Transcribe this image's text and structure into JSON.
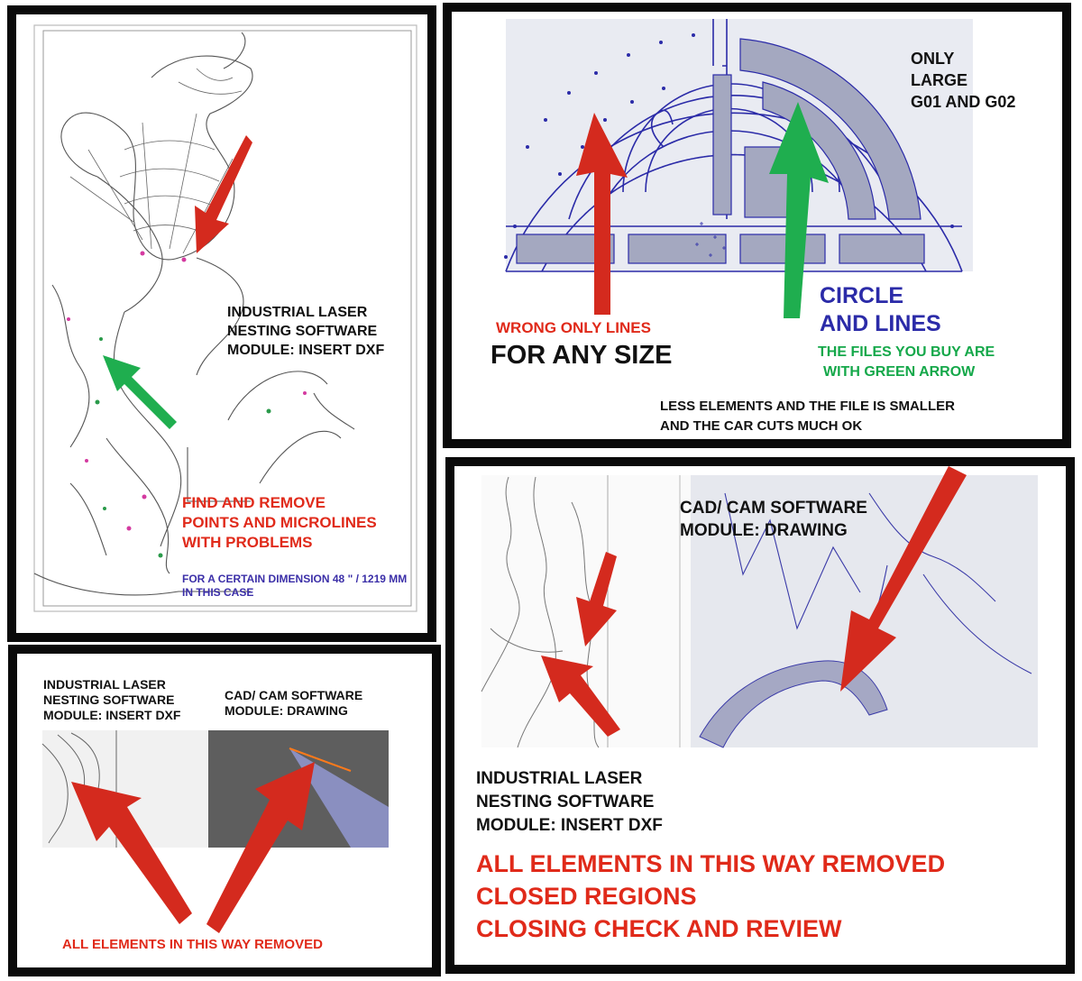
{
  "colors": {
    "red": "#e02a1a",
    "green": "#15a84a",
    "blue": "#2b2ba8",
    "purple": "#3b2fa8",
    "black": "#111111",
    "arrow_red": "#d42a1e",
    "arrow_green": "#1fae4f"
  },
  "panel1": {
    "text_block": [
      "INDUSTRIAL LASER",
      "NESTING SOFTWARE",
      "MODULE: INSERT DXF"
    ],
    "red_block": [
      "FIND AND REMOVE",
      "POINTS AND MICROLINES",
      "WITH PROBLEMS"
    ],
    "blue_block": [
      "FOR A CERTAIN DIMENSION 48 \" / 1219 MM",
      "IN THIS CASE"
    ]
  },
  "panel2": {
    "only_block": [
      "ONLY",
      "LARGE",
      "G01 AND G02"
    ],
    "wrong": "WRONG ONLY LINES",
    "any_size": "FOR ANY SIZE",
    "circle_block": [
      "CIRCLE",
      "AND LINES"
    ],
    "green_block": [
      "THE FILES YOU BUY ARE",
      "WITH GREEN ARROW"
    ],
    "bottom_block": [
      "LESS ELEMENTS AND THE FILE IS SMALLER",
      "AND THE CAR CUTS MUCH OK"
    ]
  },
  "panel3": {
    "left_block": [
      "INDUSTRIAL LASER",
      "NESTING SOFTWARE",
      "MODULE: INSERT DXF"
    ],
    "right_block": [
      "CAD/ CAM  SOFTWARE",
      "MODULE: DRAWING"
    ],
    "bottom": "ALL ELEMENTS IN THIS WAY REMOVED"
  },
  "panel4": {
    "top_block": [
      "CAD/ CAM  SOFTWARE",
      "MODULE: DRAWING"
    ],
    "mid_block": [
      "INDUSTRIAL LASER",
      "NESTING SOFTWARE",
      "MODULE: INSERT DXF"
    ],
    "red_block": [
      "ALL ELEMENTS IN THIS WAY REMOVED",
      "CLOSED REGIONS",
      "CLOSING CHECK AND REVIEW"
    ]
  }
}
